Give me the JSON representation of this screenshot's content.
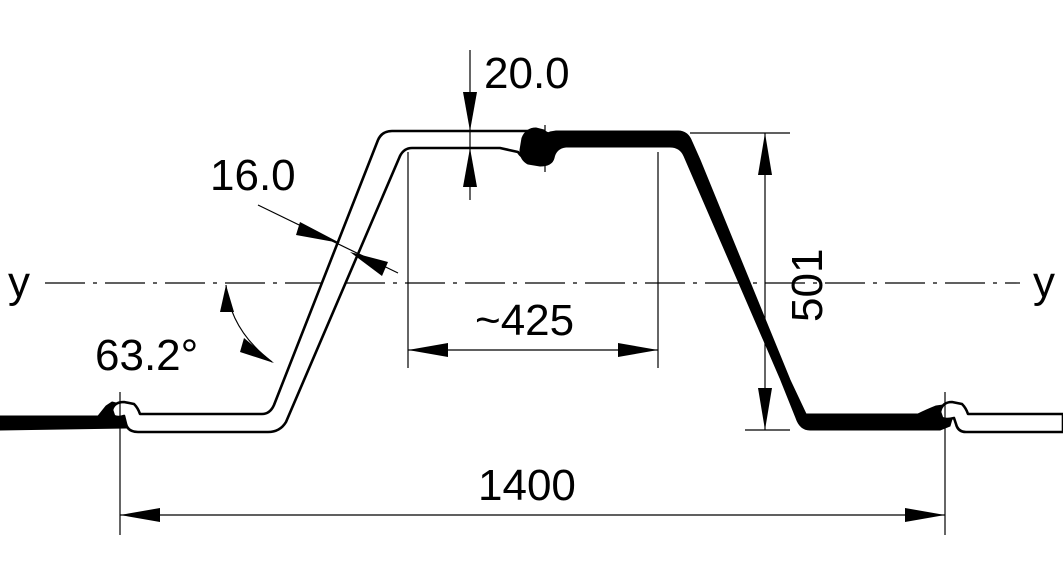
{
  "diagram": {
    "axis_label_left": "y",
    "axis_label_right": "y",
    "dimensions": {
      "flange_thickness": "20.0",
      "web_thickness": "16.0",
      "flange_width": "~425",
      "height": "501",
      "system_width": "1400",
      "web_angle": "63.2°"
    }
  }
}
